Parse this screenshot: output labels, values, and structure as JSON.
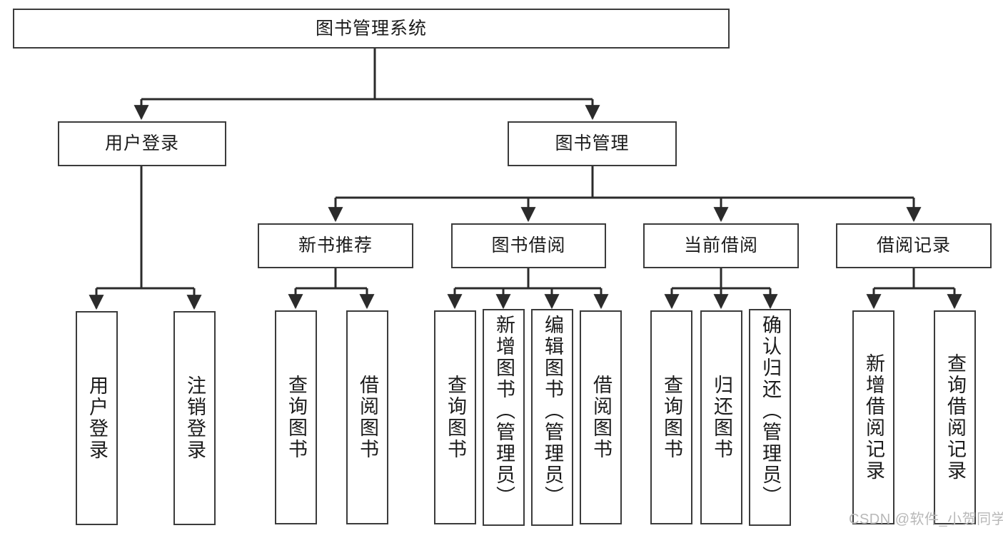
{
  "diagram": {
    "type": "tree",
    "title": "图书管理系统",
    "watermark": "CSDN @软件_小贺同学",
    "colors": {
      "box_border": "#3b3b3b",
      "box_fill": "#ffffff",
      "edge": "#2b2b2b",
      "text": "#1b1b1b",
      "watermark": "#b8b8b8"
    },
    "nodes": {
      "root": {
        "label": "图书管理系统"
      },
      "level1": [
        {
          "id": "user-login",
          "label": "用户登录"
        },
        {
          "id": "book-manage",
          "label": "图书管理"
        }
      ],
      "level2": [
        {
          "id": "new-book-recommend",
          "label": "新书推荐"
        },
        {
          "id": "book-borrow",
          "label": "图书借阅"
        },
        {
          "id": "current-borrow",
          "label": "当前借阅"
        },
        {
          "id": "borrow-record",
          "label": "借阅记录"
        }
      ],
      "leaves": {
        "user_login": [
          {
            "id": "leaf-user-login",
            "label": "用户登录"
          },
          {
            "id": "leaf-logout-login",
            "label": "注销登录"
          }
        ],
        "new_book_recommend": [
          {
            "id": "leaf-query-book-1",
            "label": "查询图书"
          },
          {
            "id": "leaf-borrow-book-1",
            "label": "借阅图书"
          }
        ],
        "book_borrow": [
          {
            "id": "leaf-query-book-2",
            "label": "查询图书"
          },
          {
            "id": "leaf-add-book",
            "label": "新增图书（管理员）"
          },
          {
            "id": "leaf-edit-book",
            "label": "编辑图书（管理员）"
          },
          {
            "id": "leaf-borrow-book-2",
            "label": "借阅图书"
          }
        ],
        "current_borrow": [
          {
            "id": "leaf-query-book-3",
            "label": "查询图书"
          },
          {
            "id": "leaf-return-book",
            "label": "归还图书"
          },
          {
            "id": "leaf-confirm-return",
            "label": "确认归还（管理员）"
          }
        ],
        "borrow_record": [
          {
            "id": "leaf-add-record",
            "label": "新增借阅记录"
          },
          {
            "id": "leaf-query-record",
            "label": "查询借阅记录"
          }
        ]
      }
    }
  }
}
